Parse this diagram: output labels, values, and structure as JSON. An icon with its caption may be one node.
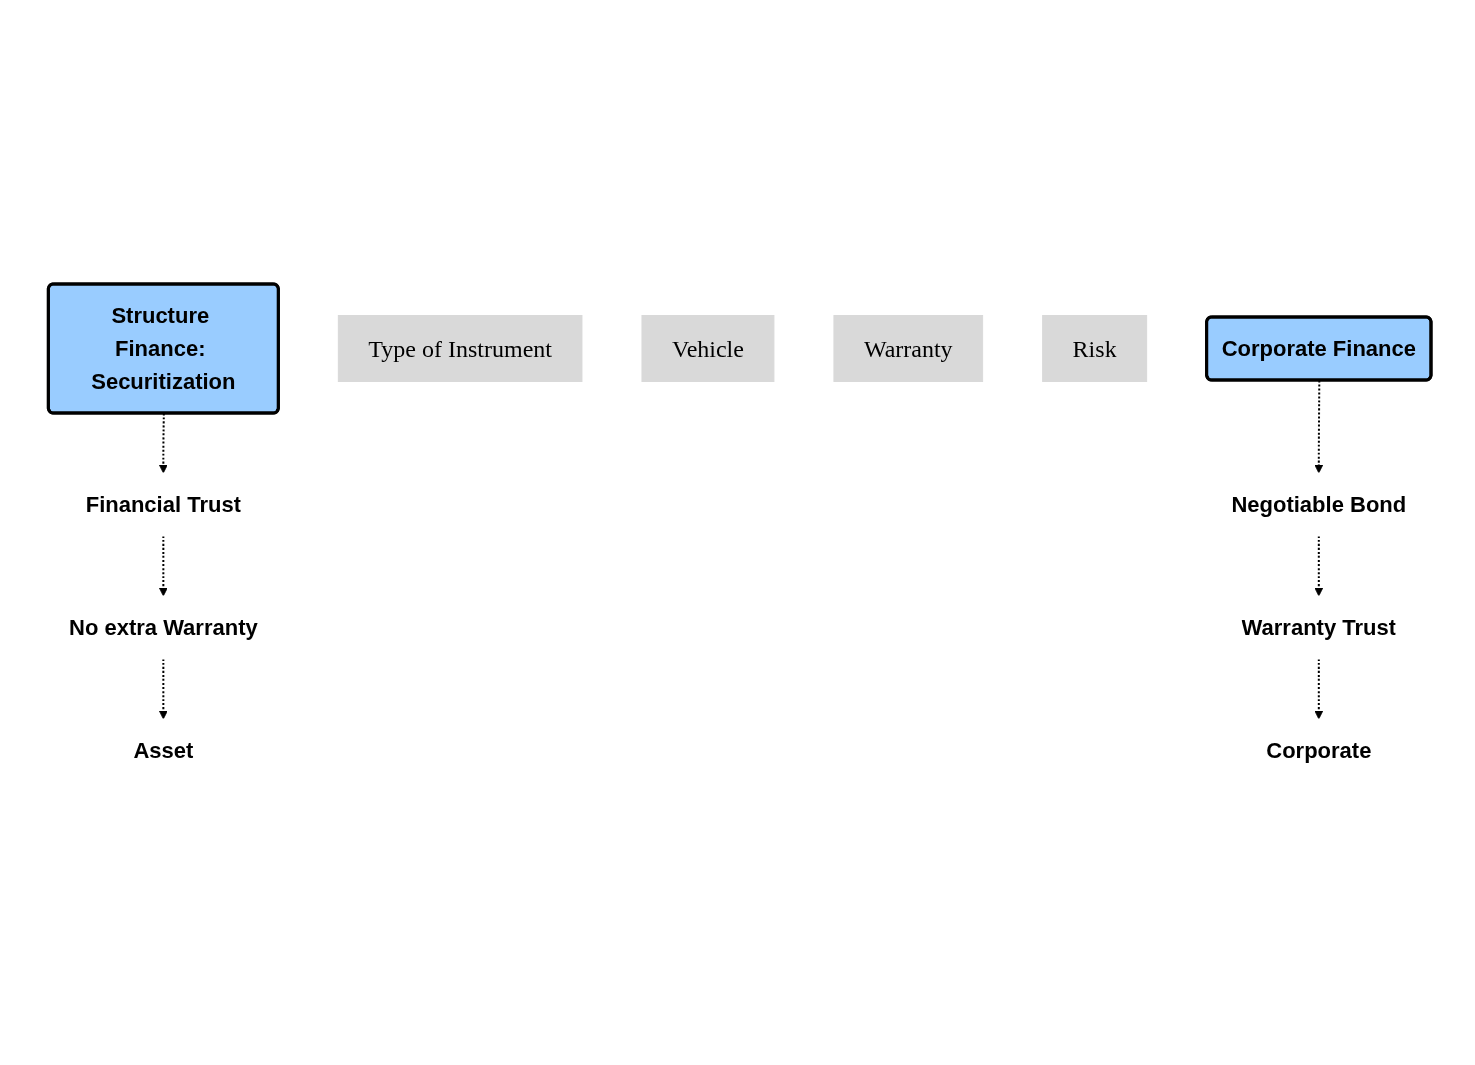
{
  "diagram": {
    "nodes": [
      {
        "text": [
          "Structure Finance: Securitization"
        ]
      },
      {
        "text": [
          "Financial Trust"
        ]
      },
      {
        "text": [
          "No extra Warranty"
        ]
      },
      {
        "text": [
          "Asset"
        ]
      },
      {
        "text": [
          "Type of Instrument"
        ]
      },
      {
        "text": [
          "Vehicle"
        ]
      },
      {
        "text": [
          "Warranty"
        ]
      },
      {
        "text": [
          "Risk"
        ]
      },
      {
        "text": [
          "Corporate Finance"
        ]
      },
      {
        "text": [
          "Negotiable Bond"
        ]
      },
      {
        "text": [
          "Warranty Trust"
        ]
      },
      {
        "text": [
          "Corporate"
        ]
      }
    ],
    "edges": [
      {
        "from": 0,
        "to": 1,
        "arrow": "to",
        "style": "dashed"
      },
      {
        "from": 1,
        "to": 2,
        "arrow": "to",
        "style": "dashed"
      },
      {
        "from": 2,
        "to": 3,
        "arrow": "to",
        "style": "dashed"
      },
      {
        "from": 8,
        "to": 9,
        "arrow": "to",
        "style": "dashed"
      },
      {
        "from": 9,
        "to": 10,
        "arrow": "to",
        "style": "dashed"
      },
      {
        "from": 10,
        "to": 11,
        "arrow": "to",
        "style": "dashed"
      }
    ]
  }
}
